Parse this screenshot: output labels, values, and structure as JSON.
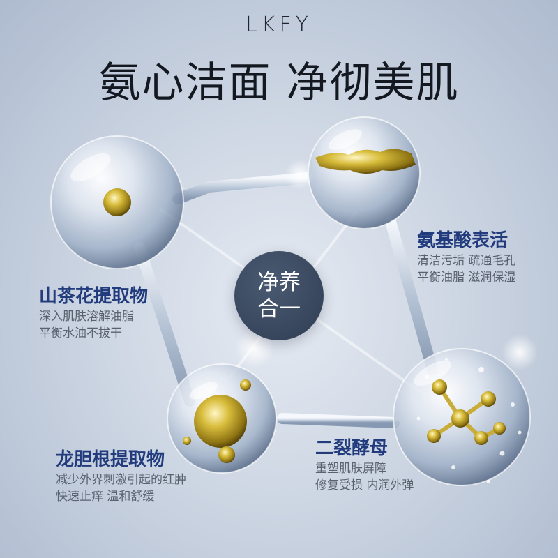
{
  "brand": "LKFY",
  "headline": "氨心洁面 净彻美肌",
  "center": {
    "line1": "净养",
    "line2": "合一"
  },
  "ingredients": {
    "amino": {
      "title": "氨基酸表活",
      "line1": "清洁污垢 疏通毛孔",
      "line2": "平衡油脂 滋润保湿"
    },
    "camellia": {
      "title": "山茶花提取物",
      "line1": "深入肌肤溶解油脂",
      "line2": "平衡水油不拔干"
    },
    "gentian": {
      "title": "龙胆根提取物",
      "line1": "减少外界刺激引起的红肿",
      "line2": "快速止痒 温和舒缓"
    },
    "yeast": {
      "title": "二裂酵母",
      "line1": "重塑肌肤屏障",
      "line2": "修复受损 内润外弹"
    }
  },
  "colors": {
    "title_blue": "#213b7d",
    "center_fill": "#37465c",
    "gold": "#b99a25"
  }
}
